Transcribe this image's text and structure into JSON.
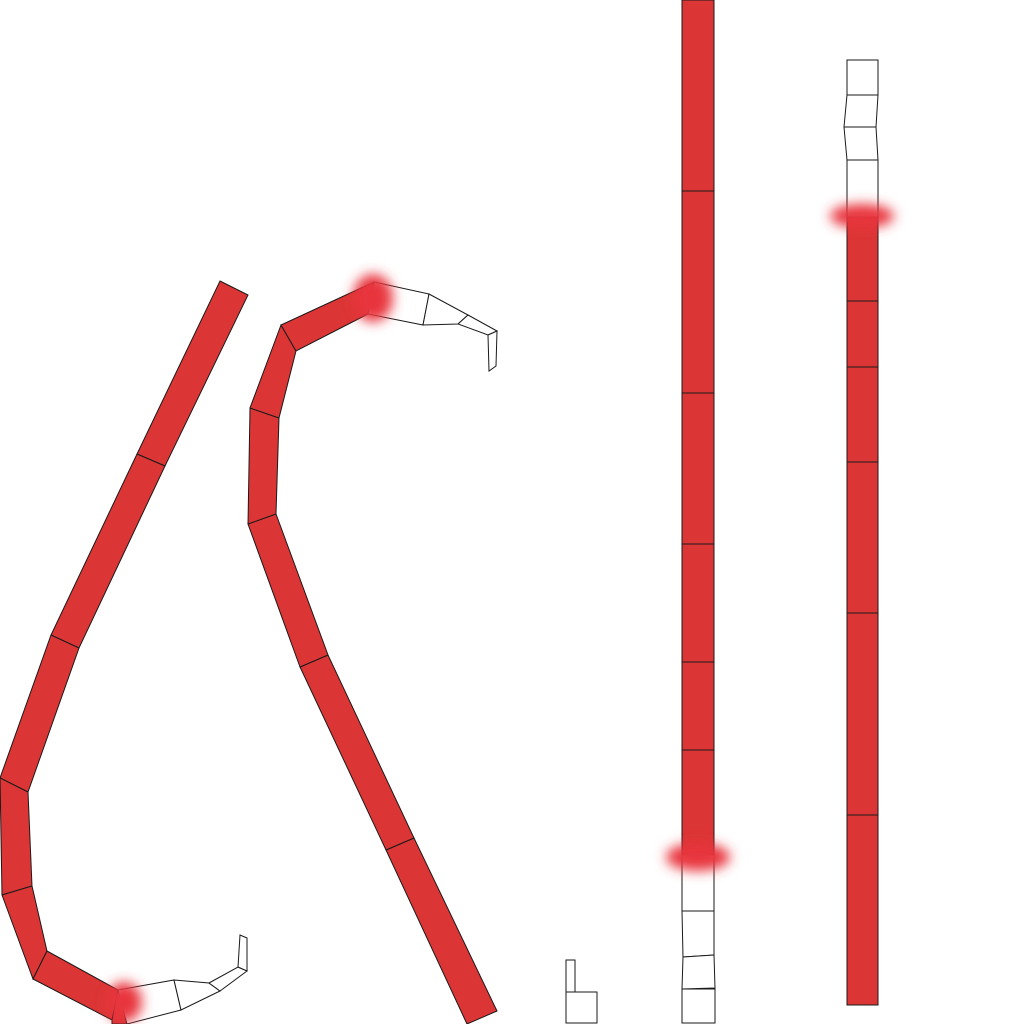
{
  "colors": {
    "background": "#ffffff",
    "filled_segment": "#dc3535",
    "empty_segment": "#ffffff",
    "outline": "#1a1a1a",
    "glow": "#e8343d"
  },
  "figures": [
    {
      "name": "left-bent-chain",
      "filled_segments": 7,
      "empty_segments": 3,
      "shape": "curved"
    },
    {
      "name": "middle-bent-chain",
      "filled_segments": 6,
      "empty_segments": 3,
      "shape": "curved"
    },
    {
      "name": "small-stem",
      "filled_segments": 0,
      "empty_segments": 2,
      "shape": "straight"
    },
    {
      "name": "tall-vertical-chain",
      "filled_segments": 6,
      "empty_segments": 4,
      "shape": "straight"
    },
    {
      "name": "right-vertical-chain",
      "filled_segments": 6,
      "empty_segments": 4,
      "shape": "straight"
    }
  ]
}
